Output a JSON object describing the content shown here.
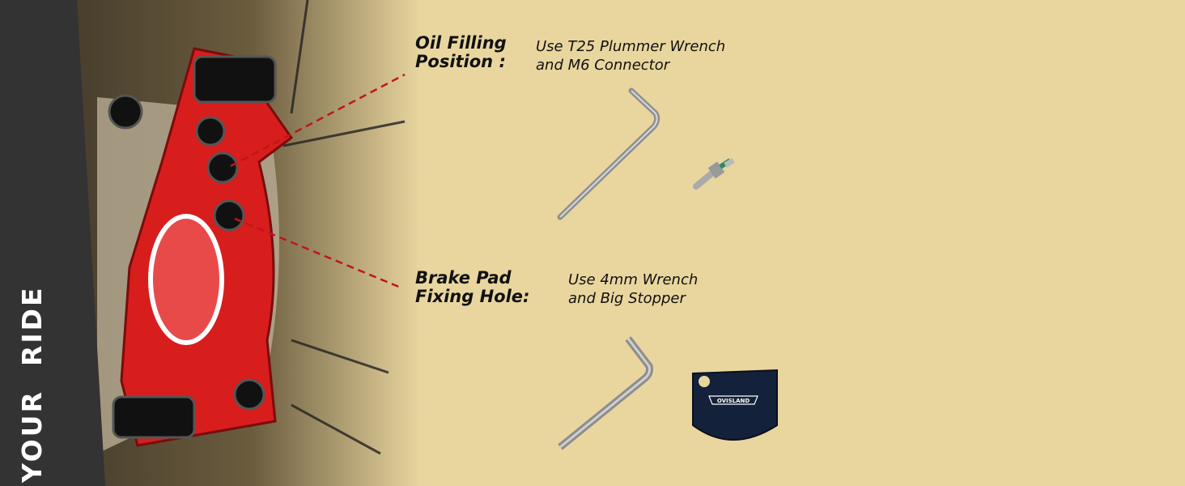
{
  "side_banner": {
    "text": "YOUR  RIDE"
  },
  "brand_logo": "OVISLAND",
  "callouts": [
    {
      "label_line1": "Oil Filling",
      "label_line2": "Position :",
      "desc_line1": "Use T25 Plummer Wrench",
      "desc_line2": "and M6 Connector"
    },
    {
      "label_line1": "Brake Pad",
      "label_line2": "Fixing Hole:",
      "desc_line1": "Use 4mm Wrench",
      "desc_line2": "and Big Stopper"
    }
  ],
  "colors": {
    "background": "#e9d69f",
    "caliper": "#d81d1d",
    "band": "#333333",
    "leader": "#c0151a"
  }
}
